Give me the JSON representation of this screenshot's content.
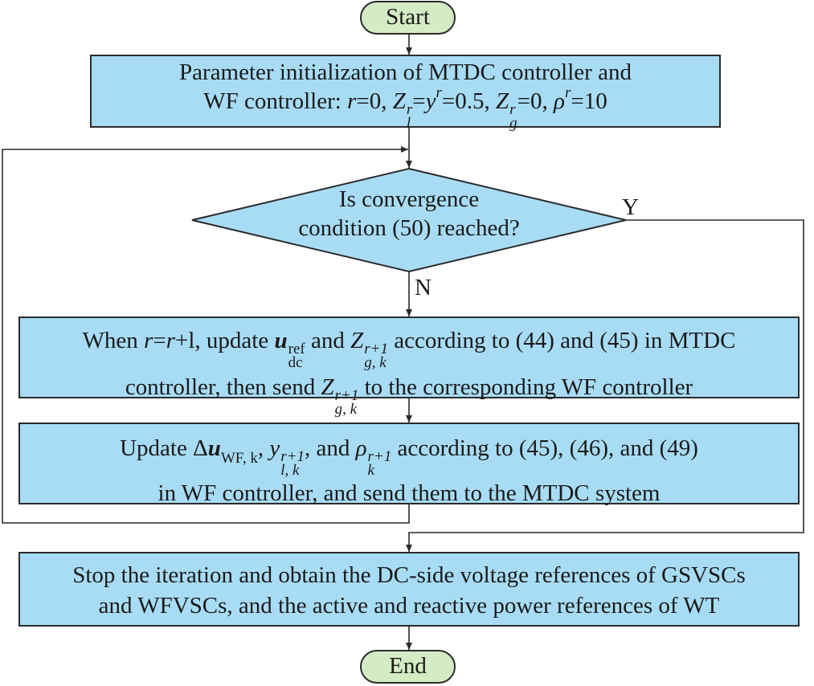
{
  "nodes": {
    "start": {
      "label": "Start"
    },
    "init": {
      "line1": "Parameter initialization of MTDC controller and",
      "line2_prefix": "WF controller: ",
      "r_eq": "=0, ",
      "z_l": "Z",
      "l_sub": "l",
      "r_sup": "r",
      "eq_y": "=",
      "y": "y",
      "eq_05": "=0.5, ",
      "g_sub": "g",
      "eq_0": "=0, ",
      "rho": "ρ",
      "eq_10": "=10"
    },
    "decision": {
      "line1": "Is convergence",
      "line2": "condition (50) reached?"
    },
    "update_mtdc": {
      "when": "When ",
      "r_eq": "=",
      "r_plus": "+l, update ",
      "u": "u",
      "dc": "dc",
      "ref": "ref",
      "and": " and ",
      "rp1": "r+1",
      "gk": "g, k",
      "tail1": " according to (44) and (45) in MTDC",
      "line2_prefix": "controller, then send ",
      "tail2": " to the corresponding WF controller"
    },
    "update_wf": {
      "prefix": "Update Δ",
      "wfk": "WF, k",
      "comma": ", ",
      "lk": "l, k",
      "and": ", and ",
      "k": "k",
      "tail1": " according to (45), (46), and (49)",
      "line2": "in WF controller, and send them to the MTDC system"
    },
    "stop": {
      "line1": "Stop the iteration and obtain the DC-side voltage references of GSVSCs",
      "line2": "and WFVSCs, and the active and reactive power references of WT"
    },
    "end": {
      "label": "End"
    }
  },
  "edges": {
    "yes_label": "Y",
    "no_label": "N"
  },
  "colors": {
    "box_fill": "#a8dcf5",
    "terminal_fill": "#d4ecc4",
    "stroke": "#2b2b2b"
  }
}
